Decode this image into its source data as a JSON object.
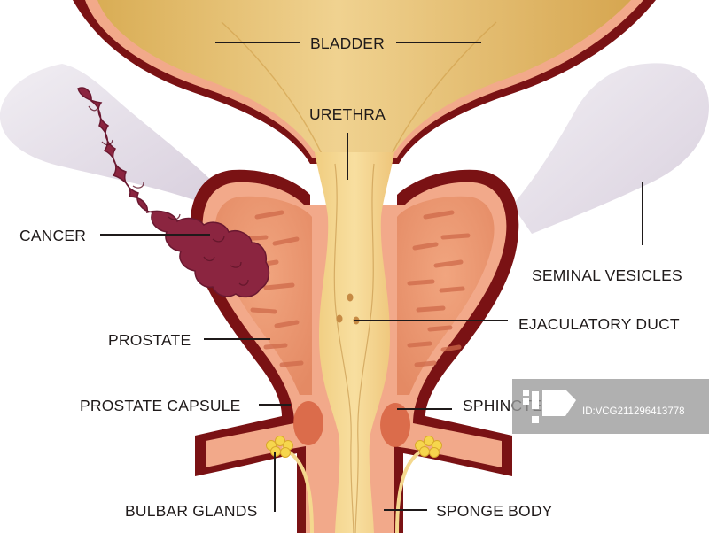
{
  "labels": {
    "bladder": "BLADDER",
    "urethra": "URETHRA",
    "cancer": "CANCER",
    "seminal_vesicles": "SEMINAL VESICLES",
    "ejaculatory_duct": "EJACULATORY DUCT",
    "prostate": "PROSTATE",
    "prostate_capsule": "PROSTATE CAPSULE",
    "sphincter": "SPHINCTER",
    "bulbar_glands": "BULBAR GLANDS",
    "sponge_body": "SPONGE BODY"
  },
  "watermark": {
    "id_text": "ID:VCG211296413778"
  },
  "colors": {
    "bladder_fill": "#e3bd66",
    "urethra_fill": "#f3d58e",
    "tissue_fill": "#f2a98a",
    "prostate_fill": "#ec9670",
    "capsule": "#7a1214",
    "cancer": "#8b2540",
    "vesicle": "#e5dfe8"
  }
}
